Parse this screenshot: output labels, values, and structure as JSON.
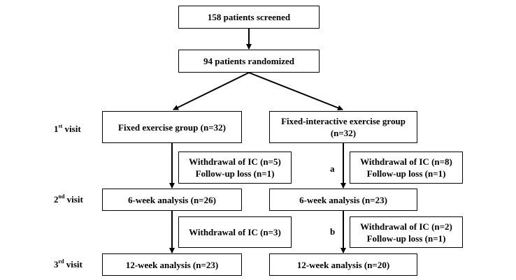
{
  "flow": {
    "screened": "158 patients screened",
    "randomized": "94 patients randomized",
    "fixed_group": "Fixed exercise group (n=32)",
    "interactive_group_line1": "Fixed-interactive exercise group",
    "interactive_group_line2": "(n=32)",
    "fixed_withdrawal_1": "Withdrawal of IC (n=5)",
    "fixed_followup_1": "Follow-up loss (n=1)",
    "interactive_withdrawal_1": "Withdrawal of IC (n=8)",
    "interactive_followup_1": "Follow-up loss (n=1)",
    "fixed_6w": "6-week analysis (n=26)",
    "interactive_6w": "6-week analysis (n=23)",
    "fixed_withdrawal_2": "Withdrawal of IC (n=3)",
    "interactive_withdrawal_2": "Withdrawal of IC (n=2)",
    "interactive_followup_2": "Follow-up loss (n=1)",
    "fixed_12w": "12-week analysis (n=23)",
    "interactive_12w": "12-week analysis (n=20)"
  },
  "visits": [
    {
      "num": "1",
      "sup": "st",
      "label": " visit"
    },
    {
      "num": "2",
      "sup": "nd",
      "label": " visit"
    },
    {
      "num": "3",
      "sup": "rd",
      "label": " visit"
    }
  ],
  "annotations": {
    "a": "a",
    "b": "b"
  }
}
